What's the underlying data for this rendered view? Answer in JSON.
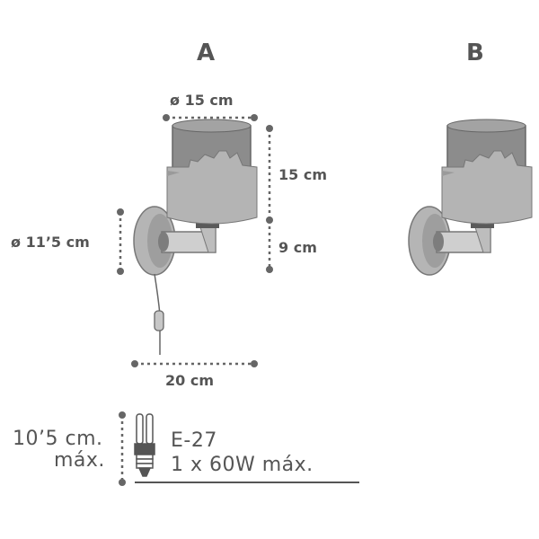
{
  "variants": {
    "a": "A",
    "b": "B"
  },
  "dimensions": {
    "shade_diameter": "ø 15 cm",
    "shade_height": "15 cm",
    "base_diameter": "ø 11’5 cm",
    "arm_height": "9 cm",
    "total_depth": "20 cm"
  },
  "bulb": {
    "size_line1": "10’5 cm.",
    "size_line2": "máx.",
    "socket": "E-27",
    "power": "1 x 60W máx."
  },
  "colors": {
    "line": "#555555",
    "shade": "#8a8a8a",
    "shade_light": "#b0b0b0",
    "base": "#a8a8a8",
    "dots": "#666666"
  }
}
